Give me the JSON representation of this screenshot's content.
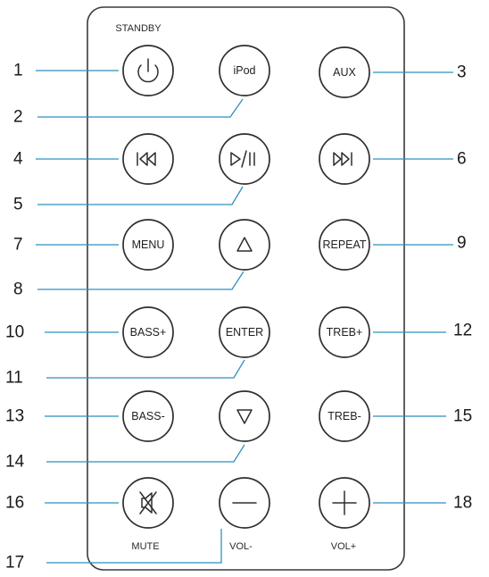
{
  "captions": {
    "standby": "STANDBY",
    "mute": "MUTE",
    "vol_minus": "VOL-",
    "vol_plus": "VOL+"
  },
  "buttons": [
    {
      "id": "standby",
      "label": "",
      "icon": "power-icon"
    },
    {
      "id": "ipod",
      "label": "iPod",
      "icon": ""
    },
    {
      "id": "aux",
      "label": "AUX",
      "icon": ""
    },
    {
      "id": "previous",
      "label": "",
      "icon": "skip-previous-icon"
    },
    {
      "id": "play-pause",
      "label": "",
      "icon": "play-pause-icon"
    },
    {
      "id": "next",
      "label": "",
      "icon": "skip-next-icon"
    },
    {
      "id": "menu",
      "label": "MENU",
      "icon": ""
    },
    {
      "id": "up",
      "label": "",
      "icon": "triangle-up-icon"
    },
    {
      "id": "repeat",
      "label": "REPEAT",
      "icon": ""
    },
    {
      "id": "bass-plus",
      "label": "BASS+",
      "icon": ""
    },
    {
      "id": "enter",
      "label": "ENTER",
      "icon": ""
    },
    {
      "id": "treb-plus",
      "label": "TREB+",
      "icon": ""
    },
    {
      "id": "bass-minus",
      "label": "BASS-",
      "icon": ""
    },
    {
      "id": "down",
      "label": "",
      "icon": "triangle-down-icon"
    },
    {
      "id": "treb-minus",
      "label": "TREB-",
      "icon": ""
    },
    {
      "id": "mute",
      "label": "",
      "icon": "speaker-mute-icon"
    },
    {
      "id": "vol-minus",
      "label": "",
      "icon": "minus-icon"
    },
    {
      "id": "vol-plus",
      "label": "",
      "icon": "plus-icon"
    }
  ],
  "callouts": [
    "1",
    "2",
    "3",
    "4",
    "5",
    "6",
    "7",
    "8",
    "9",
    "10",
    "11",
    "12",
    "13",
    "14",
    "15",
    "16",
    "17",
    "18"
  ],
  "colors": {
    "callout_line": "#2f8fbf",
    "outline": "#2e2e2e"
  }
}
